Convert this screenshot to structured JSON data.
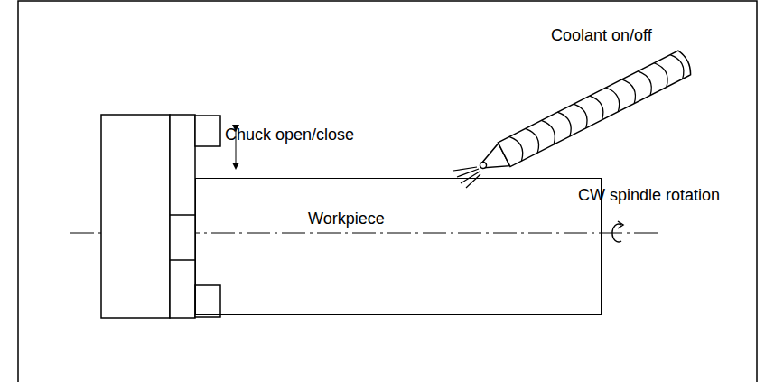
{
  "diagram": {
    "nodes": [
      {
        "text": [
          "Workpiece"
        ]
      }
    ],
    "labels": [
      "Coolant on/off",
      "Chuck open/close",
      "CW spindle rotation"
    ]
  }
}
